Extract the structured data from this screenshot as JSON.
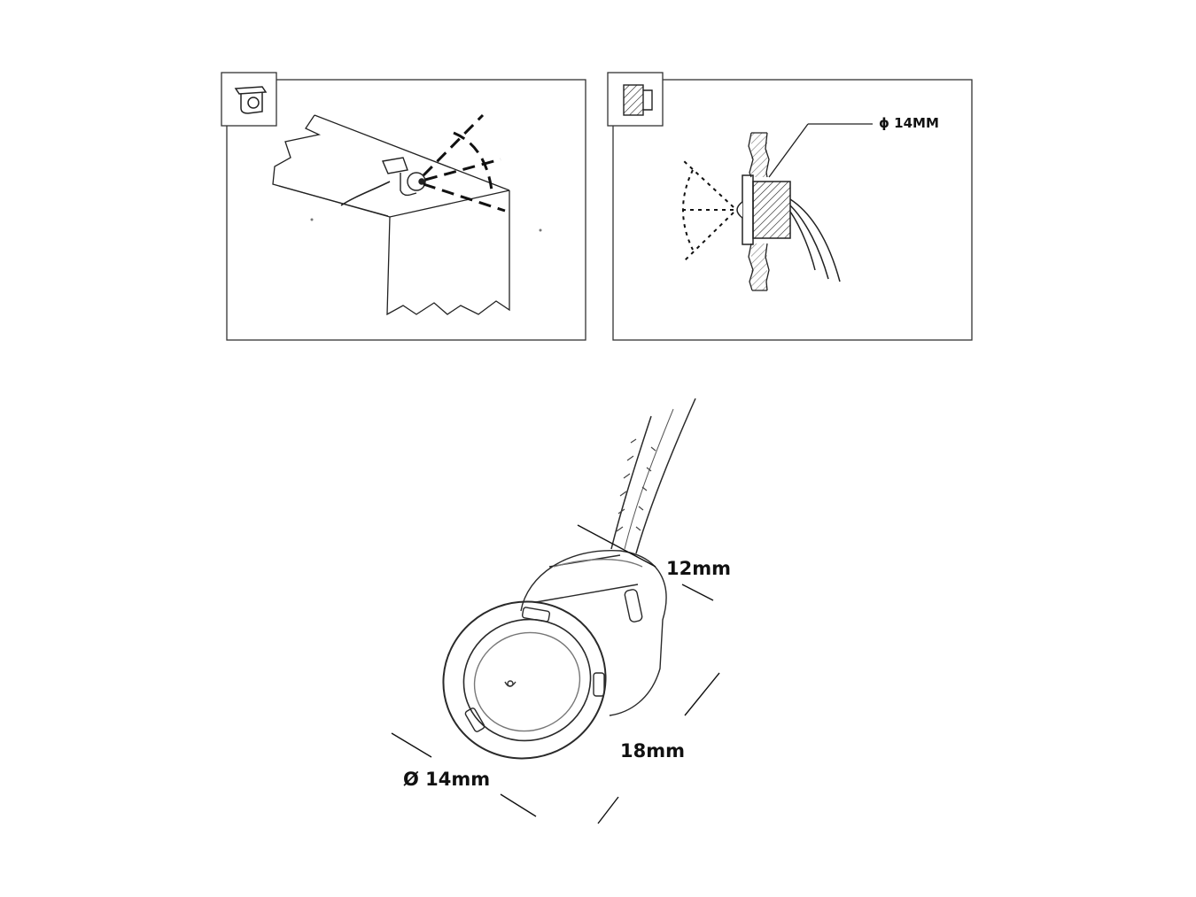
{
  "panels": {
    "surface_mount": {
      "icon": "surface-mount-bracket-icon"
    },
    "recessed_mount": {
      "icon": "recessed-mount-icon",
      "hole_label": "ϕ 14MM"
    }
  },
  "product": {
    "dimensions": {
      "depth": "12mm",
      "length": "18mm",
      "diameter": "Ø 14mm"
    }
  },
  "colors": {
    "line": "#1a1a1a",
    "paper": "#ffffff"
  }
}
